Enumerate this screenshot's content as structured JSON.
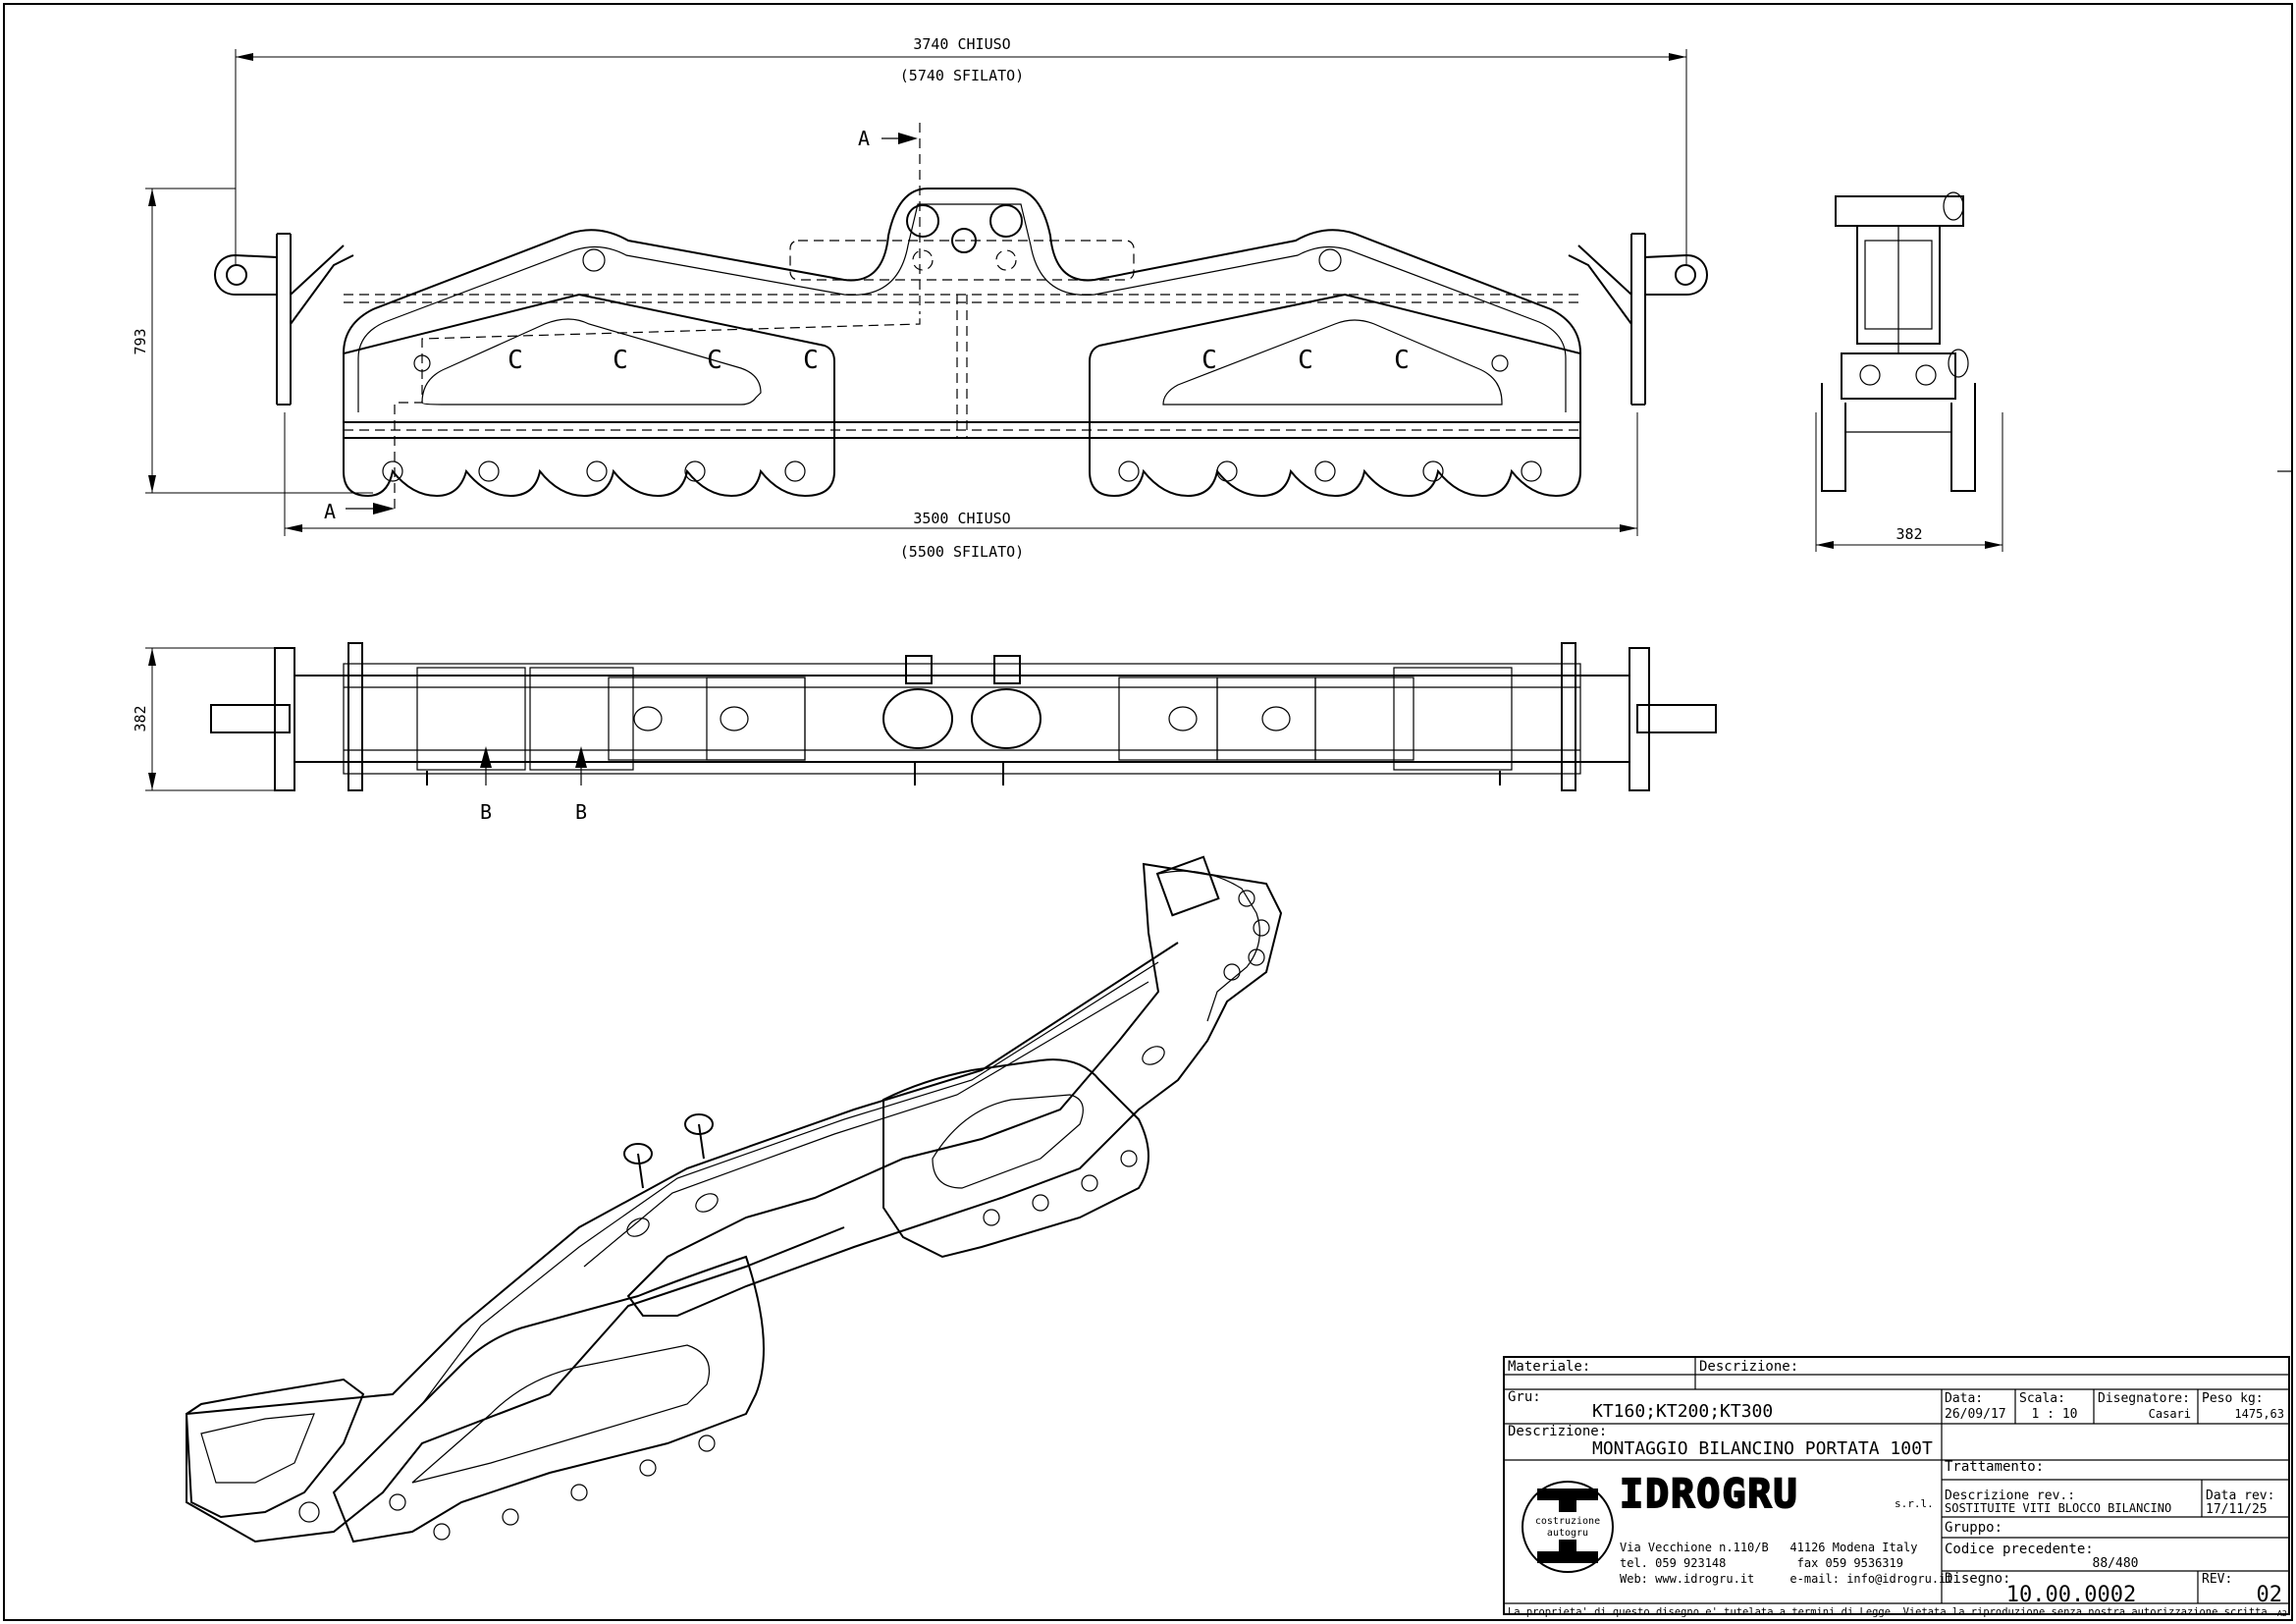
{
  "front_view": {
    "dim_top": "3740 CHIUSO",
    "dim_top_sub": "(5740 SFILATO)",
    "dim_bottom": "3500 CHIUSO",
    "dim_bottom_sub": "(5500 SFILATO)",
    "dim_height": "793",
    "section_label": "A"
  },
  "side_view": {
    "dim_width": "382"
  },
  "top_view": {
    "dim_height": "382",
    "section_label": "B"
  },
  "title_block": {
    "materiale_label": "Materiale:",
    "materiale_value": "",
    "descrizione_label": "Descrizione:",
    "descrizione_value": "",
    "gru_label": "Gru:",
    "gru_value": "KT160;KT200;KT300",
    "data_label": "Data:",
    "data_value": "26/09/17",
    "scala_label": "Scala:",
    "scala_value": "1 : 10",
    "disegnatore_label": "Disegnatore:",
    "disegnatore_value": "Casari",
    "peso_label": "Peso kg:",
    "peso_value": "1475,63",
    "descrizione2_label": "Descrizione:",
    "descrizione2_value": "MONTAGGIO BILANCINO PORTATA 100T",
    "trattamento_label": "Trattamento:",
    "descrizione_rev_label": "Descrizione rev.:",
    "descrizione_rev_value": "SOSTITUITE VITI BLOCCO BILANCINO",
    "data_rev_label": "Data rev:",
    "data_rev_value": "17/11/25",
    "gruppo_label": "Gruppo:",
    "codice_label": "Codice precedente:",
    "codice_value": "88/480",
    "disegno_label": "Disegno:",
    "disegno_value": "10.00.0002",
    "rev_label": "REV:",
    "rev_value": "02",
    "company_name": "IDROGRU",
    "company_suffix": "s.r.l.",
    "logo_text_1": "costruzione",
    "logo_text_2": "autogru",
    "address_1": "Via Vecchione n.110/B   41126 Modena Italy",
    "address_2": "tel. 059 923148          fax 059 9536319",
    "address_3": "Web: www.idrogru.it     e-mail: info@idrogru.it",
    "copyright": "La proprieta' di questo disegno e' tutelata a termini di Legge.  Vietata la riproduzione senza nostra autorizzazione scritta.",
    "sheet_size": "A2"
  }
}
